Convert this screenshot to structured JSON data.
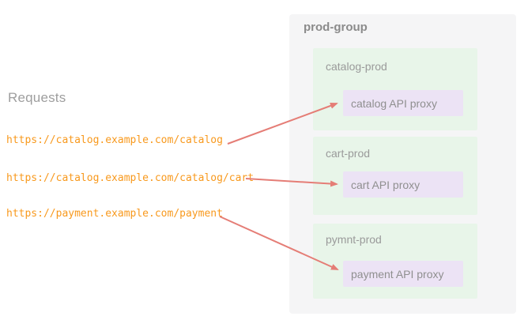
{
  "diagram": {
    "requests_label": "Requests",
    "urls": [
      "https://catalog.example.com/catalog",
      "https://catalog.example.com/catalog/cart",
      "https://payment.example.com/payment"
    ],
    "group": {
      "title": "prod-group",
      "environments": [
        {
          "name": "catalog-prod",
          "proxy": "catalog API proxy"
        },
        {
          "name": "cart-prod",
          "proxy": "cart API proxy"
        },
        {
          "name": "pymnt-prod",
          "proxy": "payment API proxy"
        }
      ]
    },
    "colors": {
      "group_bg": "#f5f5f6",
      "env_bg": "#e8f5e9",
      "proxy_bg": "#ece3f5",
      "url_text": "#f8991d",
      "arrow": "#e57d76",
      "label_text": "#9a9a9a",
      "title_text": "#8b8b8b"
    }
  }
}
